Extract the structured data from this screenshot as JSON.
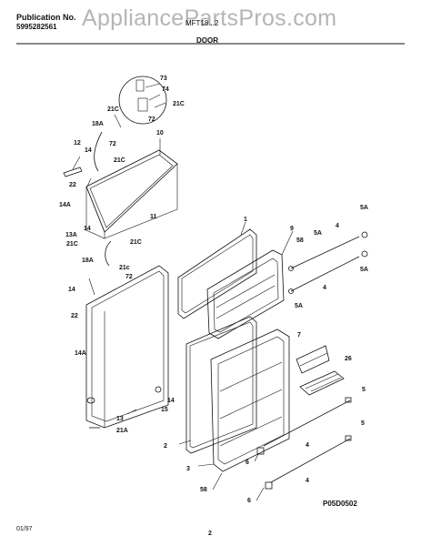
{
  "header": {
    "publication_label": "Publication No.",
    "publication_number": "5995282561",
    "model_text": "MFT18...2",
    "section_title": "DOOR"
  },
  "watermark": "AppliancePartsPros.com",
  "footer": {
    "date": "01/97",
    "page": "2",
    "diagram_code": "P05D0502"
  },
  "callouts": {
    "c73": "73",
    "c74": "74",
    "c21C_a": "21C",
    "c72_a": "72",
    "c21C_b": "21C",
    "c18A_a": "18A",
    "c72_b": "72",
    "c10": "10",
    "c12": "12",
    "c14_a": "14",
    "c21C_c": "21C",
    "c22_a": "22",
    "c14A_a": "14A",
    "c11": "11",
    "c14_b": "14",
    "c13A": "13A",
    "c21C_d": "21C",
    "c21C_e": "21C",
    "c18A_b": "18A",
    "c21c": "21c",
    "c72_c": "72",
    "c14_c": "14",
    "c22_b": "22",
    "c14A_b": "14A",
    "c14_d": "14",
    "c15": "15",
    "c13": "13",
    "c21A": "21A",
    "c1": "1",
    "c9": "9",
    "c58_a": "58",
    "c5A_a": "5A",
    "c4_a": "4",
    "c5A_b": "5A",
    "c5A_c": "5A",
    "c5A_d": "5A",
    "c4_b": "4",
    "c7": "7",
    "c26": "26",
    "c5_a": "5",
    "c5_b": "5",
    "c2": "2",
    "c6_a": "6",
    "c4_c": "4",
    "c3": "3",
    "c58_b": "58",
    "c6_b": "6",
    "c4_d": "4"
  }
}
